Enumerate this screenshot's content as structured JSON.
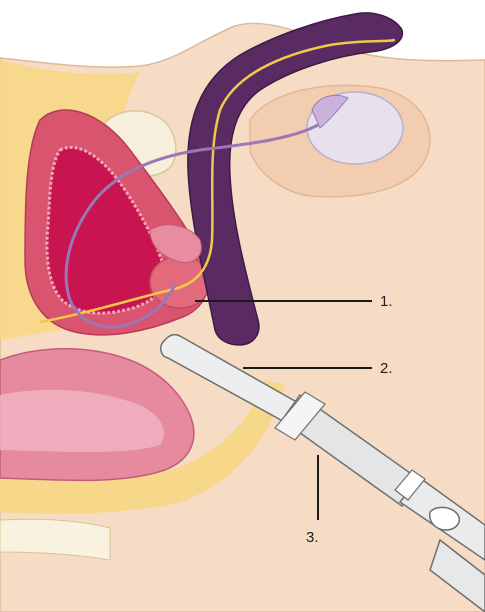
{
  "callouts": [
    {
      "label": "1."
    },
    {
      "label": "2."
    },
    {
      "label": "3."
    }
  ],
  "colors": {
    "skin": "#f6dcc5",
    "skin_outline": "#e0b898",
    "fat_yellow": "#f7d783",
    "bladder_muscle": "#d9546e",
    "bladder_lumen": "#c8154f",
    "prostate": "#e26a7c",
    "penis_purple": "#5a2b63",
    "vas_deferens": "#9a78b8",
    "rectum": "#e68aa0",
    "testis": "#e7e1ee",
    "probe": "#e9ebec",
    "probe_outline": "#6f6f6f",
    "callout_line": "#1a1a1a"
  }
}
